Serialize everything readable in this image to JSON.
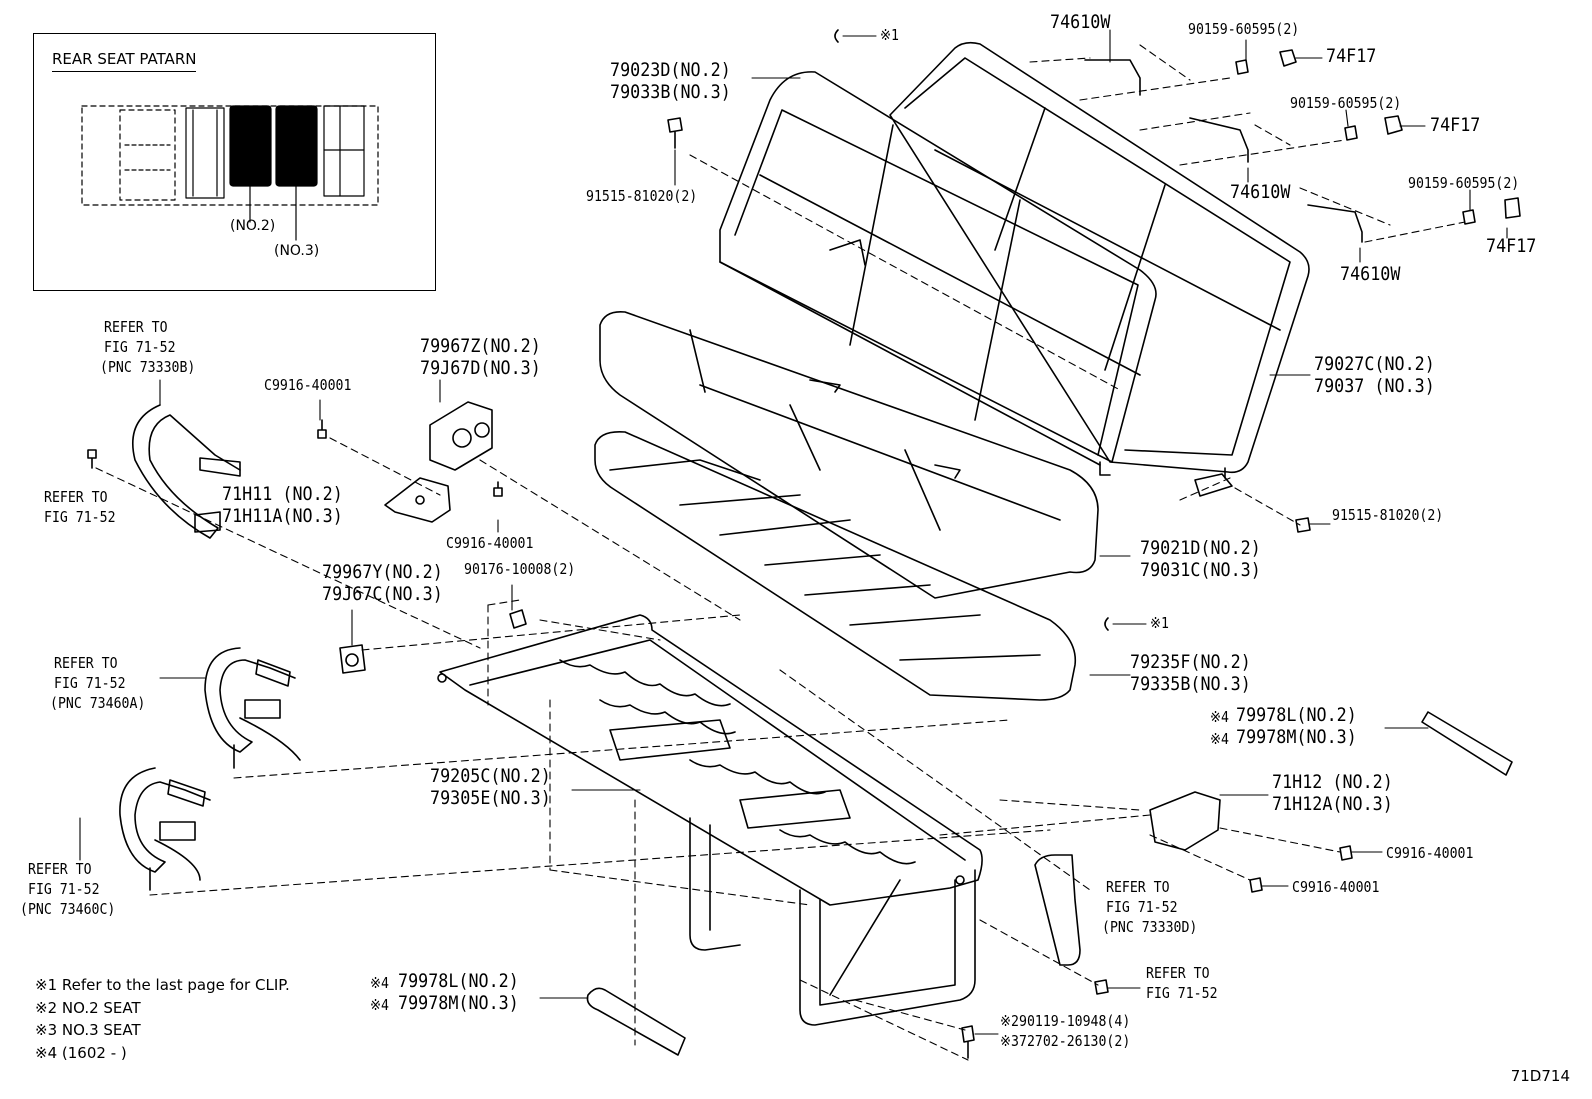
{
  "inset": {
    "title": "REAR SEAT PATARN",
    "callout_no2": "(NO.2)",
    "callout_no3": "(NO.3)"
  },
  "clip_marks": [
    "※1",
    "※1"
  ],
  "labels": {
    "back_frame": [
      "79023D(NO.2)",
      "79033B(NO.3)"
    ],
    "bolt_back_left": "91515-81020(2)",
    "hinge_top": "74610W",
    "screw_1": "90159-60595(2)",
    "nut_1": "74F17",
    "screw_2": "90159-60595(2)",
    "nut_2": "74F17",
    "hinge_mid": "74610W",
    "screw_3": "90159-60595(2)",
    "nut_3": "74F17",
    "hinge_low": "74610W",
    "back_cover": [
      "79027C(NO.2)",
      "79037 (NO.3)"
    ],
    "bolt_back_right": "91515-81020(2)",
    "cushion_cover": [
      "79021D(NO.2)",
      "79031C(NO.3)"
    ],
    "cushion_pad": [
      "79235F(NO.2)",
      "79335B(NO.3)"
    ],
    "trim_right_1": "79978L(NO.2)",
    "trim_right_2": "79978M(NO.3)",
    "trim_bottom_1": "79978L(NO.2)",
    "trim_bottom_2": "79978M(NO.3)",
    "seat_frame": [
      "79205C(NO.2)",
      "79305E(NO.3)"
    ],
    "shield_right": [
      "71H12 (NO.2)",
      "71H12A(NO.3)"
    ],
    "screw_shield_r1": "C9916-40001",
    "screw_shield_r2": "C9916-40001",
    "ref_buckle_right": [
      "REFER TO",
      "FIG 71-52",
      "(PNC 73330D)"
    ],
    "ref_bolt_right": [
      "REFER TO",
      "FIG 71-52"
    ],
    "bolt_bottom": [
      "※290119-10948(4)",
      "※372702-26130(2)"
    ],
    "ref_belt_top": [
      "REFER TO",
      "FIG 71-52",
      "(PNC 73330B)"
    ],
    "ref_bolt_left": [
      "REFER TO",
      "FIG 71-52"
    ],
    "screw_shield_l_top": "C9916-40001",
    "shield_left": [
      "71H11 (NO.2)",
      "71H11A(NO.3)"
    ],
    "screw_shield_l_bottom": "C9916-40001",
    "cup_holder": [
      "79967Z(NO.2)",
      "79J67D(NO.3)"
    ],
    "nut_frame": "90176-10008(2)",
    "cover_small": [
      "79967Y(NO.2)",
      "79J67C(NO.3)"
    ],
    "ref_belt_mid": [
      "REFER TO",
      "FIG 71-52",
      "(PNC 73460A)"
    ],
    "ref_belt_low": [
      "REFER TO",
      "FIG 71-52",
      "(PNC 73460C)"
    ]
  },
  "mark4": "※4",
  "notes": [
    {
      "mark": "※1",
      "text": "Refer to the last page for CLIP."
    },
    {
      "mark": "※2",
      "text": "NO.2 SEAT"
    },
    {
      "mark": "※3",
      "text": "NO.3 SEAT"
    },
    {
      "mark": "※4",
      "text": "(1602 -    )"
    }
  ],
  "diagram_code": "71D714"
}
